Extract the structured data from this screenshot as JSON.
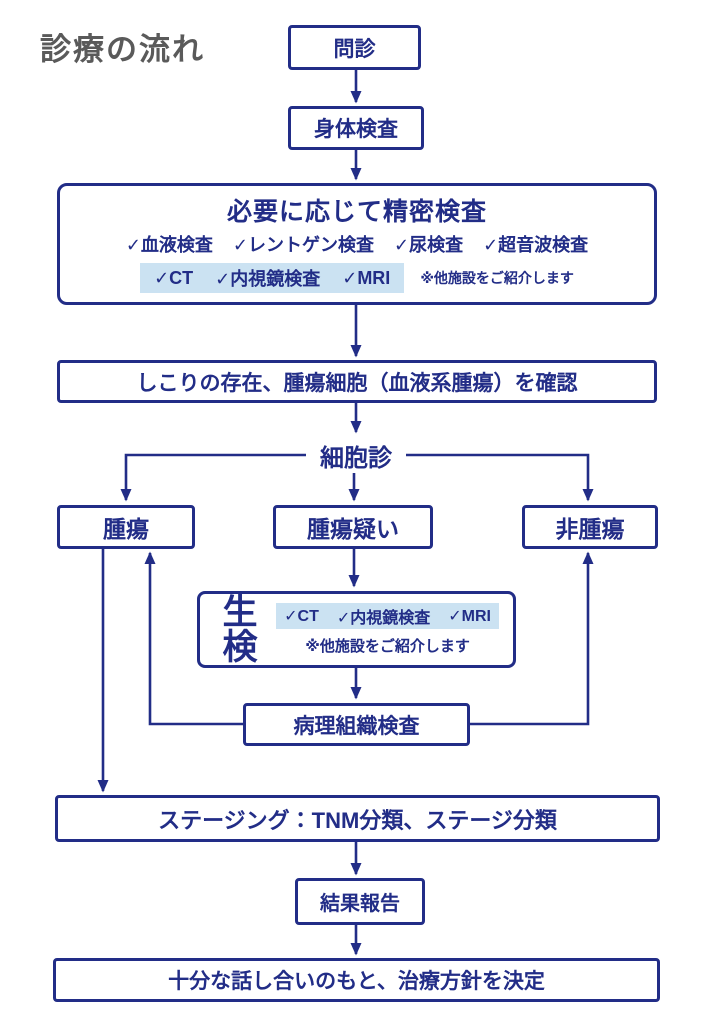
{
  "title": "診療の流れ",
  "colors": {
    "navy": "#222d87",
    "highlight": "#cbe2f2",
    "title": "#5a5a5a"
  },
  "nodes": {
    "interview": {
      "label": "問診"
    },
    "physical_exam": {
      "label": "身体検査"
    },
    "detailed_exam": {
      "heading": "必要に応じて精密検査",
      "row1": [
        "✓血液検査",
        "✓レントゲン検査",
        "✓尿検査",
        "✓超音波検査"
      ],
      "row2": [
        "✓CT",
        "✓内視鏡検査",
        "✓MRI"
      ],
      "note": "※他施設をご紹介します"
    },
    "confirm": {
      "label": "しこりの存在、腫瘍細胞（血液系腫瘍）を確認"
    },
    "cytology": {
      "label": "細胞診"
    },
    "tumor": {
      "label": "腫瘍"
    },
    "tumor_suspect": {
      "label": "腫瘍疑い"
    },
    "non_tumor": {
      "label": "非腫瘍"
    },
    "biopsy": {
      "heading": "生検",
      "row": [
        "✓CT",
        "✓内視鏡検査",
        "✓MRI"
      ],
      "note": "※他施設をご紹介します"
    },
    "histopathology": {
      "label": "病理組織検査"
    },
    "staging": {
      "label": "ステージング：TNM分類、ステージ分類"
    },
    "report": {
      "label": "結果報告"
    },
    "decision": {
      "label": "十分な話し合いのもと、治療方針を決定"
    }
  }
}
